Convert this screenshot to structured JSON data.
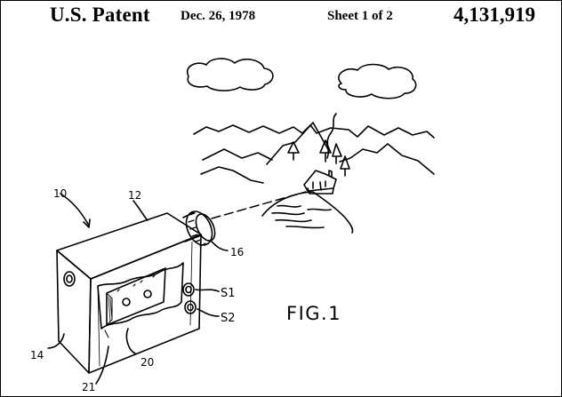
{
  "header": {
    "patent_label": "U.S. Patent",
    "date": "Dec. 26, 1978",
    "sheet": "Sheet 1 of 2",
    "patent_number": "4,131,919"
  },
  "figure": {
    "caption": "FIG.1",
    "labels": {
      "device": "10",
      "housing": "12",
      "side": "14",
      "lens": "16",
      "display": "20",
      "window": "21",
      "switch1": "S1",
      "switch2": "S2"
    }
  }
}
